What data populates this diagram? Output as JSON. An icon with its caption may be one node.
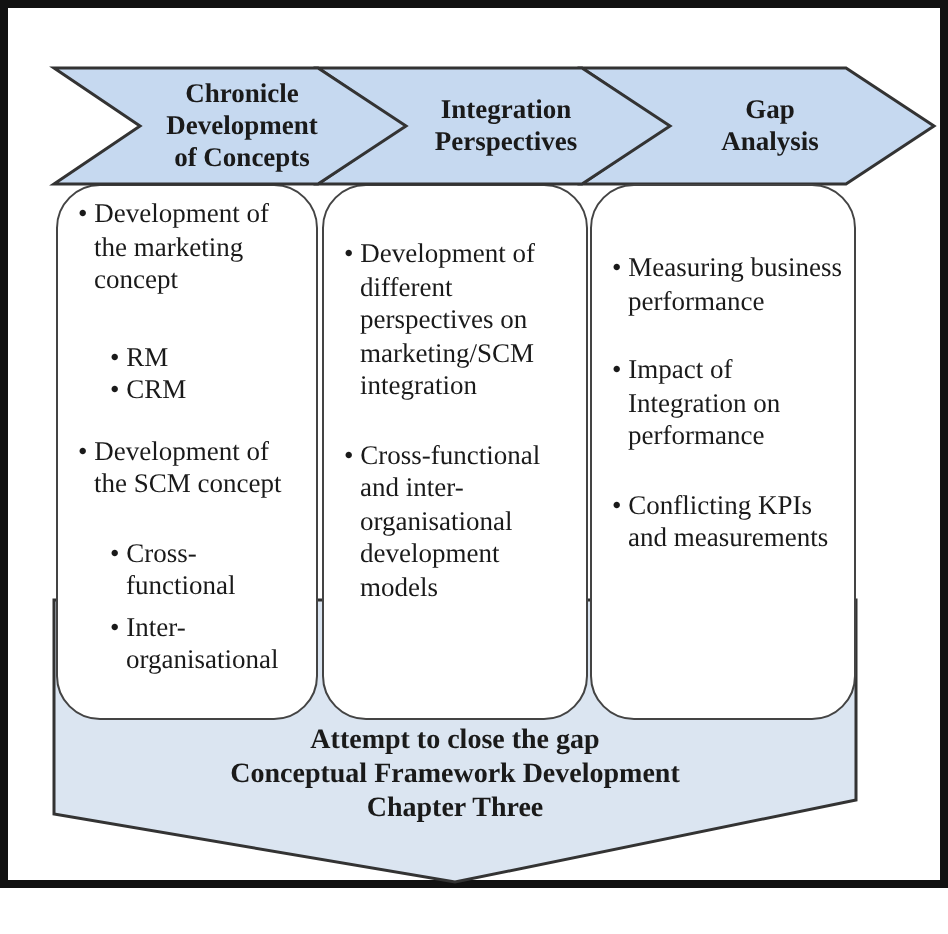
{
  "diagram": {
    "nodes": [
      {
        "text": [
          "Chronicle Development of Concepts"
        ]
      },
      {
        "text": [
          "Integration Perspectives"
        ]
      },
      {
        "text": [
          "Gap Analysis"
        ]
      },
      {
        "text": [
          "• Development of the marketing concept",
          "• RM",
          "• CRM",
          "• Development of the SCM concept",
          "• Cross-functional",
          "• Inter-organisational"
        ]
      },
      {
        "text": [
          "• Development of different perspectives on marketing/SCM integration",
          "• Cross-functional and inter-organisational development models"
        ]
      },
      {
        "text": [
          "• Measuring business performance",
          "• Impact of Integration on performance",
          "• Conflicting KPIs and measurements"
        ]
      },
      {
        "text": [
          "Attempt to close the gap",
          "Conceptual Framework Development",
          "Chapter Three"
        ]
      }
    ]
  }
}
